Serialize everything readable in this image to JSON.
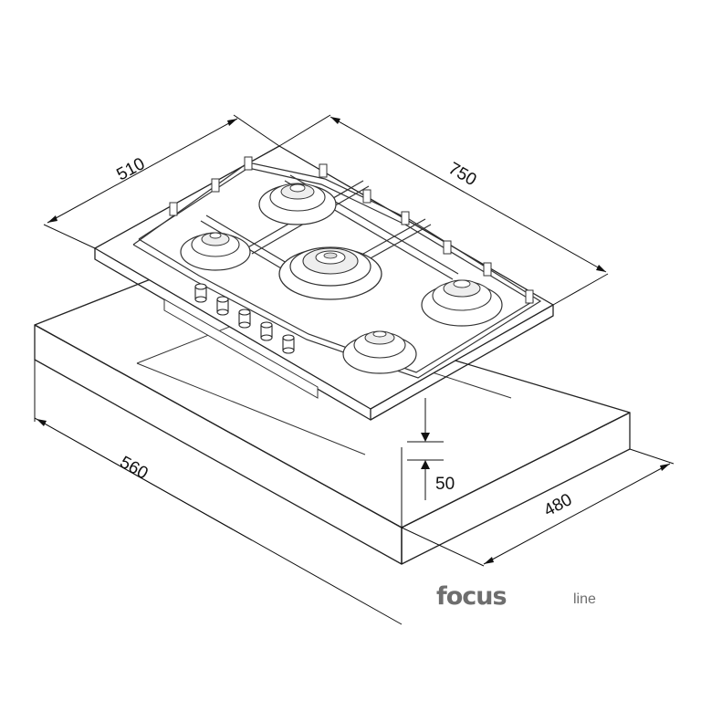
{
  "dimensions": {
    "top_depth": "510",
    "top_width": "750",
    "cutout_width": "560",
    "cutout_depth": "480",
    "height": "50"
  },
  "logo": {
    "main": "focus",
    "sub": "line"
  },
  "icons": {
    "burners": [
      "burner-icon",
      "burner-icon",
      "burner-icon",
      "burner-icon",
      "burner-icon"
    ],
    "knobs": [
      "knob-icon",
      "knob-icon",
      "knob-icon",
      "knob-icon",
      "knob-icon"
    ]
  }
}
